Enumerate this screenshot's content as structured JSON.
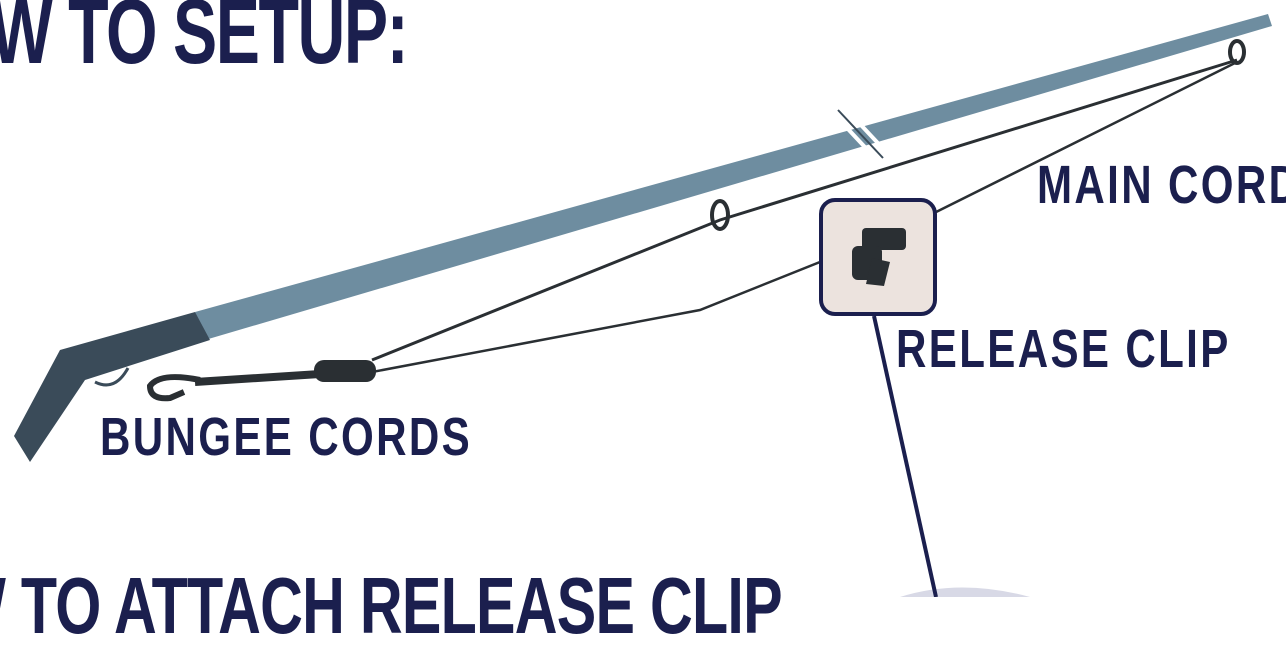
{
  "headings": {
    "top": "OW TO SETUP:",
    "bottom": "W TO ATTACH RELEASE CLIP"
  },
  "labels": {
    "main_cord": "MAIN CORD",
    "release_clip": "RELEASE CLIP",
    "bungee_cords": "BUNGEE CORDS"
  },
  "colors": {
    "navy": "#1b1f4e",
    "pole": "#6e8da0",
    "handle": "#3a4b59",
    "cord": "#2a2f33",
    "clip_box": "#ece3de"
  }
}
